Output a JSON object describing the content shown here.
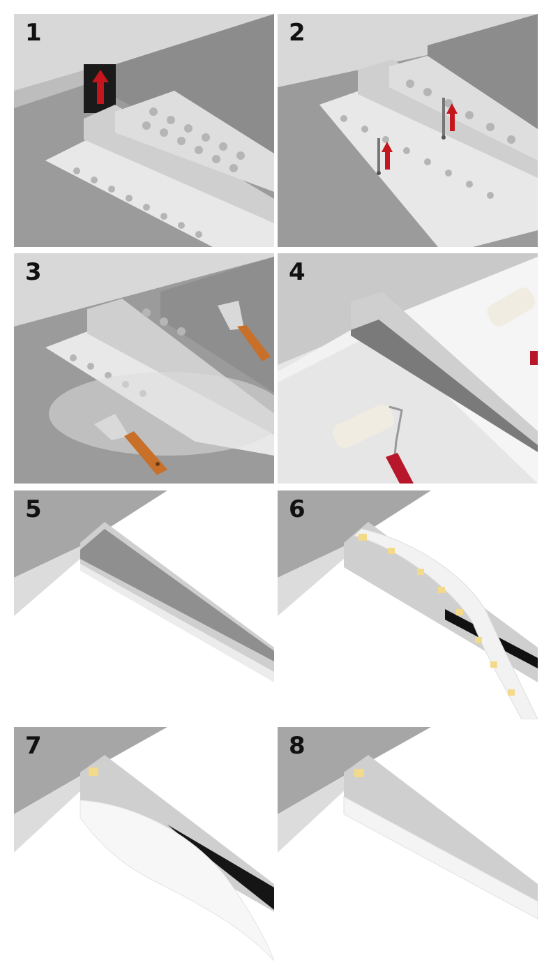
{
  "steps": [
    {
      "number": "1"
    },
    {
      "number": "2"
    },
    {
      "number": "3"
    },
    {
      "number": "4"
    },
    {
      "number": "5"
    },
    {
      "number": "6"
    },
    {
      "number": "7"
    },
    {
      "number": "8"
    }
  ],
  "colors": {
    "ceiling_gray": "#9b9b9b",
    "wall_light": "#d4d4d4",
    "aluminum": "#c8c8c8",
    "mesh_flange": "#e6e6e6",
    "arrow_red": "#c4161c",
    "handle_wood": "#c8702a",
    "roller_red": "#b8162a",
    "led_yellow": "#f3d98a",
    "diffuser_white": "#f7f7f7"
  }
}
